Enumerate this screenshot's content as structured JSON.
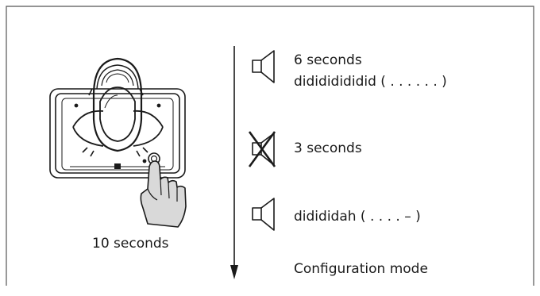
{
  "device": {
    "press_duration": "10 seconds"
  },
  "timeline": {
    "steps": [
      {
        "icon": "speaker-icon",
        "line1": "6 seconds",
        "line2": "didididididid ( . . . . . . )"
      },
      {
        "icon": "speaker-muted-icon",
        "line1": "3 seconds"
      },
      {
        "icon": "speaker-icon",
        "line1": "didididah ( . . . . –  )"
      }
    ],
    "result": "Configuration mode"
  },
  "colors": {
    "stroke": "#1a1a1a",
    "hand_fill": "#d9d9d9",
    "border": "#555555"
  }
}
